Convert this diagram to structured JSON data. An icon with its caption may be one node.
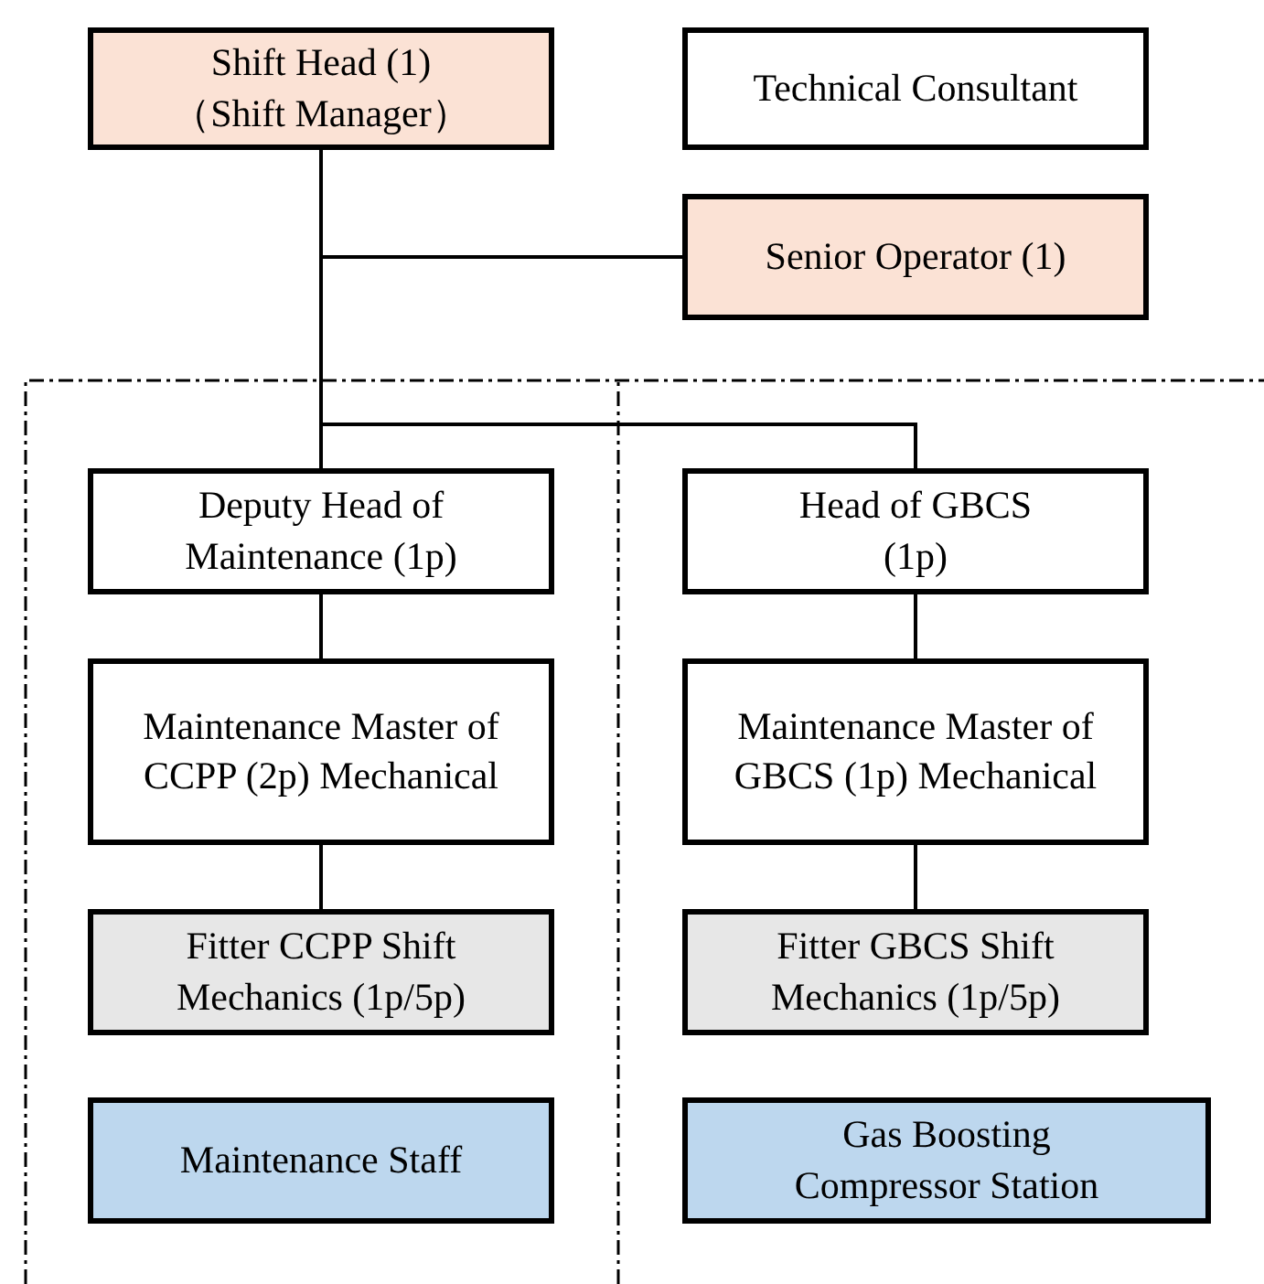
{
  "diagram": {
    "nodes": [
      {
        "text": [
          "Shift Head (1) （Shift Manager）"
        ]
      },
      {
        "text": [
          "Technical Consultant"
        ]
      },
      {
        "text": [
          "Senior Operator (1)"
        ]
      },
      {
        "text": [
          "Deputy Head of Maintenance (1p)"
        ]
      },
      {
        "text": [
          "Head of GBCS (1p)"
        ]
      },
      {
        "text": [
          "Maintenance Master of CCPP (2p) Mechanical"
        ]
      },
      {
        "text": [
          "Maintenance Master of GBCS (1p) Mechanical"
        ]
      },
      {
        "text": [
          "Fitter CCPP Shift Mechanics (1p/5p)"
        ]
      },
      {
        "text": [
          "Fitter GBCS Shift Mechanics (1p/5p)"
        ]
      },
      {
        "text": [
          "Maintenance Staff"
        ]
      },
      {
        "text": [
          "Gas Boosting Compressor Station"
        ]
      }
    ],
    "edges": [
      {
        "from": 0,
        "to": 2,
        "arrow": "none"
      },
      {
        "from": 0,
        "to": 3,
        "arrow": "none"
      },
      {
        "from": 0,
        "to": 4,
        "arrow": "none"
      },
      {
        "from": 3,
        "to": 5,
        "arrow": "none"
      },
      {
        "from": 4,
        "to": 6,
        "arrow": "none"
      },
      {
        "from": 5,
        "to": 7,
        "arrow": "none"
      },
      {
        "from": 6,
        "to": 8,
        "arrow": "none"
      }
    ]
  }
}
